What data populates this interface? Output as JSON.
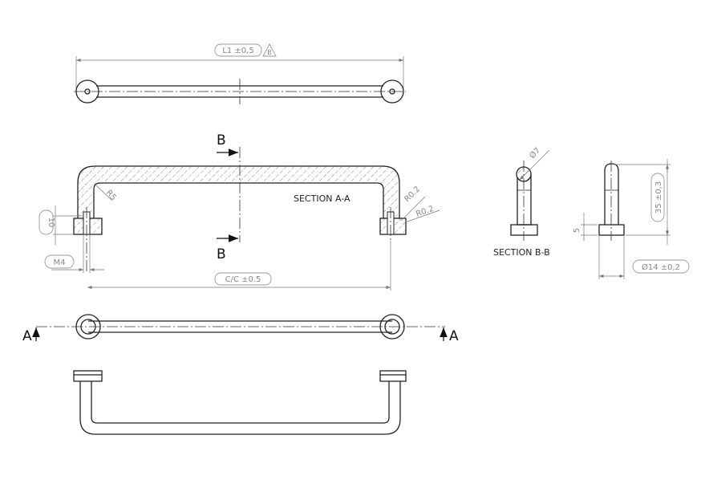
{
  "drawing": {
    "top_view": {
      "length_dim": "L1 ±0,5",
      "datum_flag": "B"
    },
    "section_aa": {
      "title": "SECTION A-A",
      "cut_label_top": "B",
      "cut_label_bottom": "B",
      "radius_inner": "R5",
      "radius_1": "R0.2",
      "radius_2": "R0.2",
      "height_dim": "10",
      "thread_dim": "M4",
      "center_dim": "C/C ±0.5"
    },
    "front_view": {
      "cut_label_left": "A",
      "cut_label_right": "A"
    },
    "section_bb": {
      "title": "SECTION B-B",
      "diameter_dim": "Ø7"
    },
    "side_view": {
      "height_dim": "35 ±0,3",
      "base_dim": "5",
      "base_diameter_dim": "Ø14 ±0,2"
    }
  }
}
